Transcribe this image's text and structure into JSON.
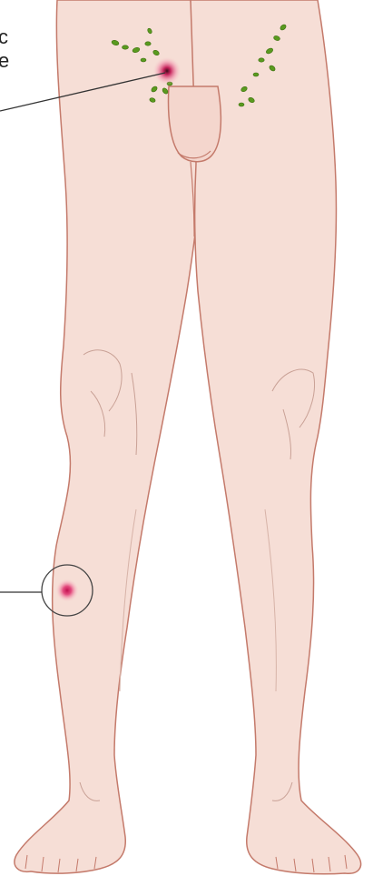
{
  "labels": {
    "upper_line1": "c",
    "upper_line2": "e"
  },
  "colors": {
    "skin": "#f6ded6",
    "outline": "#c47a6b",
    "lymph_node": "#5a9a1f",
    "lesion": "#d6266a",
    "leader_line": "#333333"
  },
  "icons": {
    "groin_nodes": "lymph-node-cluster",
    "lesion_marker": "red-spot",
    "callout_circle": "circle-outline"
  }
}
